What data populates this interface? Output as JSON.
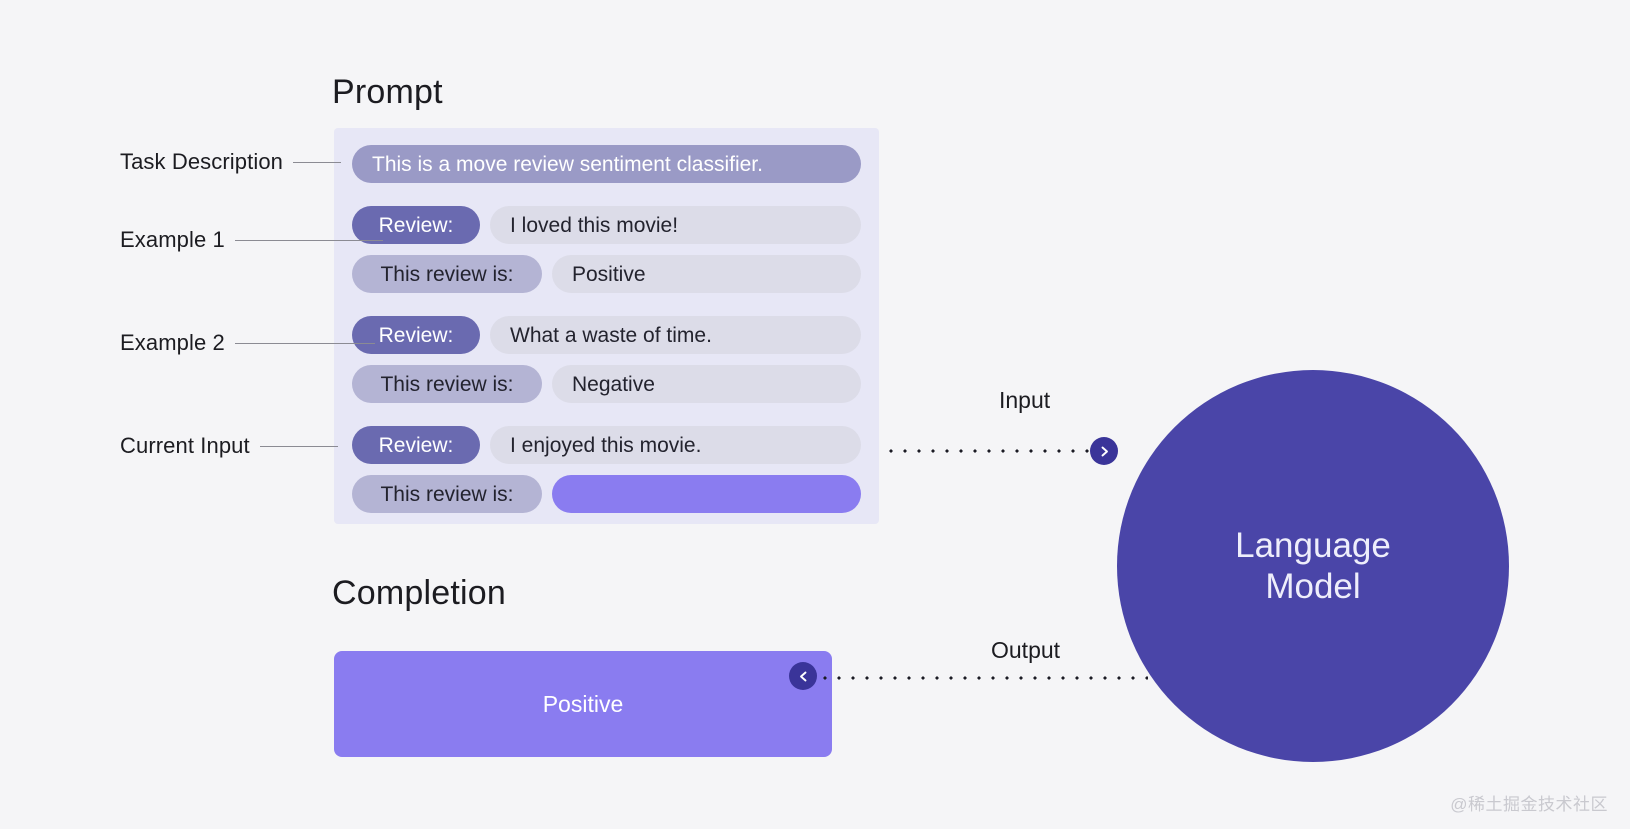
{
  "background_color": "#f5f5f7",
  "sections": {
    "prompt_heading": "Prompt",
    "completion_heading": "Completion"
  },
  "annotations": [
    {
      "label": "Task Description"
    },
    {
      "label": "Example 1"
    },
    {
      "label": "Example 2"
    },
    {
      "label": "Current Input"
    }
  ],
  "prompt": {
    "task_description": "This is a move review sentiment classifier.",
    "examples": [
      {
        "review_key": "Review:",
        "review_value": "I loved this movie!",
        "sentiment_key": "This review is:",
        "sentiment_value": "Positive"
      },
      {
        "review_key": "Review:",
        "review_value": "What a waste of time.",
        "sentiment_key": "This review is:",
        "sentiment_value": "Negative"
      }
    ],
    "current_input": {
      "review_key": "Review:",
      "review_value": "I enjoyed this movie.",
      "sentiment_key": "This review is:",
      "sentiment_value": ""
    }
  },
  "completion": {
    "value": "Positive"
  },
  "model": {
    "name_line_1": "Language",
    "name_line_2": "Model"
  },
  "flow": {
    "input_label": "Input",
    "output_label": "Output",
    "input_arrow_icon": "chevron-right-icon",
    "output_arrow_icon": "chevron-left-icon"
  },
  "watermark": "@稀土掘金技术社区",
  "colors": {
    "panel_background": "#e7e7f6",
    "task_pill": "#9a9ac6",
    "key_pill_strong": "#6a6ab0",
    "key_pill_soft": "#b4b4d4",
    "value_pill": "#dcdce8",
    "highlight": "#8a7cf0",
    "model_circle": "#4a45a8",
    "arrow_node": "#3a3499",
    "text_dark": "#1c1c21"
  }
}
